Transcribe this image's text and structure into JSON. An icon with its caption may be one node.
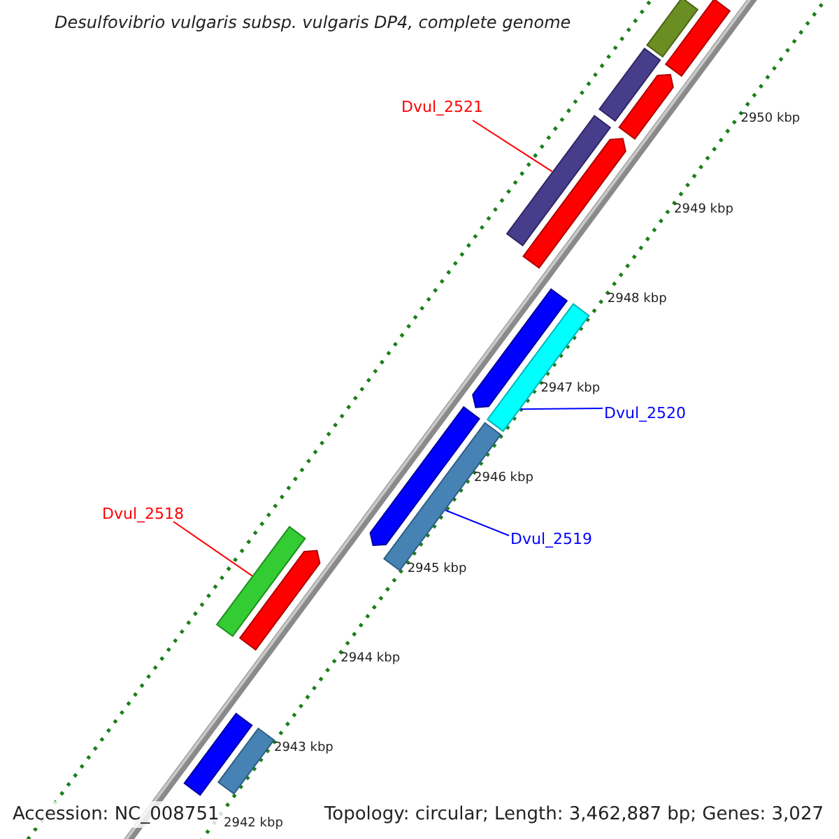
{
  "diagram": {
    "title": "Desulfovibrio vulgaris subsp. vulgaris DP4, complete genome",
    "nodes": [
      {
        "text": [
          "Dvul_2521"
        ]
      },
      {
        "text": [],
        "shape": "bar"
      },
      {
        "text": [
          "Dvul_2520"
        ]
      },
      {
        "text": [],
        "shape": "bar"
      },
      {
        "text": [
          "Dvul_2519"
        ]
      },
      {
        "text": [],
        "shape": "bar"
      },
      {
        "text": [
          "Dvul_2518"
        ]
      },
      {
        "text": [],
        "shape": "bar"
      },
      {
        "text": [],
        "shape": "bar"
      },
      {
        "text": [],
        "shape": "bar"
      },
      {
        "text": [],
        "shape": "bar"
      },
      {
        "text": [],
        "shape": "bar"
      },
      {
        "text": [],
        "shape": "bar"
      },
      {
        "text": [],
        "shape": "bar"
      },
      {
        "text": [],
        "shape": "bar"
      },
      {
        "text": [],
        "shape": "bar"
      },
      {
        "text": [],
        "shape": "bar"
      },
      {
        "text": [],
        "shape": "bar"
      }
    ],
    "edges": [
      {
        "from": 0,
        "to": 1,
        "arrow": "none",
        "color": "#ff0000"
      },
      {
        "from": 2,
        "to": 3,
        "arrow": "none",
        "color": "#0000ff"
      },
      {
        "from": 4,
        "to": 5,
        "arrow": "none",
        "color": "#0000ff"
      },
      {
        "from": 6,
        "to": 7,
        "arrow": "none",
        "color": "#ff0000"
      }
    ],
    "labels": [
      "2950 kbp",
      "2949 kbp",
      "2948 kbp",
      "2947 kbp",
      "2946 kbp",
      "2945 kbp",
      "2944 kbp",
      "2943 kbp",
      "2942 kbp",
      "Accession: NC_008751",
      "Topology: circular; Length: 3,462,887 bp; Genes: 3,027"
    ]
  }
}
